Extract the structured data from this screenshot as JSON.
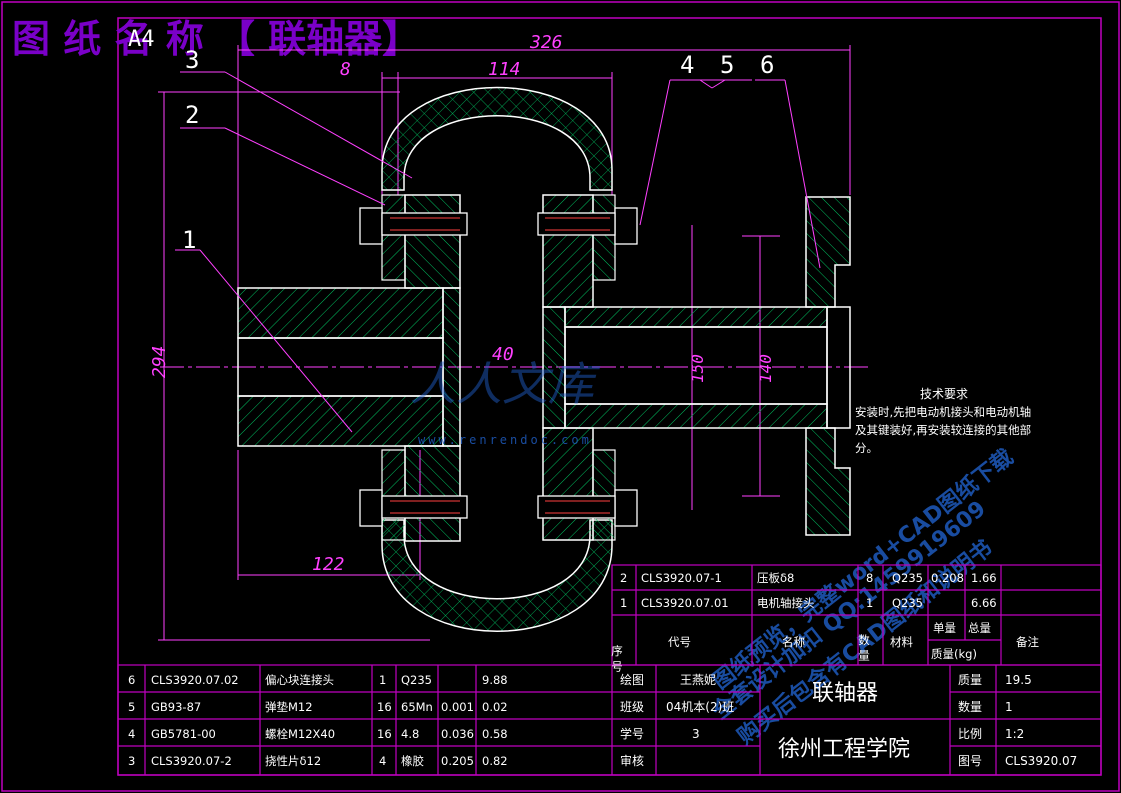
{
  "title": {
    "banner": "图 纸 名 称 【 联轴器】",
    "sheet": "A4"
  },
  "dimensions": {
    "overall_length": "326",
    "hub_width": "114",
    "flange_gap": "8",
    "height": "294",
    "hub_length": "122",
    "bore": "40",
    "d150": "150",
    "d140": "140"
  },
  "balloons": [
    "1",
    "2",
    "3",
    "4",
    "5",
    "6"
  ],
  "tech_req": {
    "title": "技术要求",
    "lines": [
      "安装时,先把电动机接头和电动机轴",
      "及其键装好,再安装较连接的其他部",
      "分。"
    ]
  },
  "watermark": {
    "logo": "人人文库",
    "url": "www.renrendoc.com",
    "diag1": "全套设计加扣 QQ:1459919609",
    "diag2": "图纸预览，完整word+CAD图纸下载",
    "diag3": "购买后包含有CAD图纸和说明书"
  },
  "upper_table": {
    "rows": [
      [
        "2",
        "CLS3920.07-1",
        "压板δ8",
        "8",
        "Q235",
        "0.208",
        "1.66",
        ""
      ],
      [
        "1",
        "CLS3920.07.01",
        "电机轴接头",
        "1",
        "Q235",
        "",
        "6.66",
        ""
      ]
    ],
    "header": {
      "seq": "序号",
      "code": "代号",
      "name": "名称",
      "qty": "数量",
      "material": "材料",
      "unit": "单量",
      "total": "总量",
      "mass": "质量(kg)",
      "remark": "备注"
    }
  },
  "lower_table": {
    "rows": [
      [
        "6",
        "CLS3920.07.02",
        "偏心块连接头",
        "1",
        "Q235",
        "",
        "9.88"
      ],
      [
        "5",
        "GB93-87",
        "弹垫M12",
        "16",
        "65Mn",
        "0.001",
        "0.02"
      ],
      [
        "4",
        "GB5781-00",
        "螺栓M12X40",
        "16",
        "4.8",
        "0.036",
        "0.58"
      ],
      [
        "3",
        "CLS3920.07-2",
        "挠性片δ12",
        "4",
        "橡胶",
        "0.205",
        "0.82"
      ]
    ]
  },
  "title_block": {
    "drawn_label": "绘图",
    "drawn_value": "王燕妮",
    "class_label": "班级",
    "class_value": "04机本(2)班",
    "id_label": "学号",
    "id_value": "3",
    "review_label": "审核",
    "drawing_name": "联轴器",
    "school": "徐州工程学院",
    "mass_label": "质量",
    "mass_value": "19.5",
    "count_label": "数量",
    "count_value": "1",
    "scale_label": "比例",
    "scale_value": "1:2",
    "no_label": "图号",
    "no_value": "CLS3920.07"
  },
  "colors": {
    "background": "#000000",
    "border": "#c000c0",
    "outline": "#ffffff",
    "hatch": "#00c060",
    "dimension": "#ff40ff",
    "banner": "#7a00c8",
    "watermark": "#2060c8",
    "text": "#ffffff"
  }
}
